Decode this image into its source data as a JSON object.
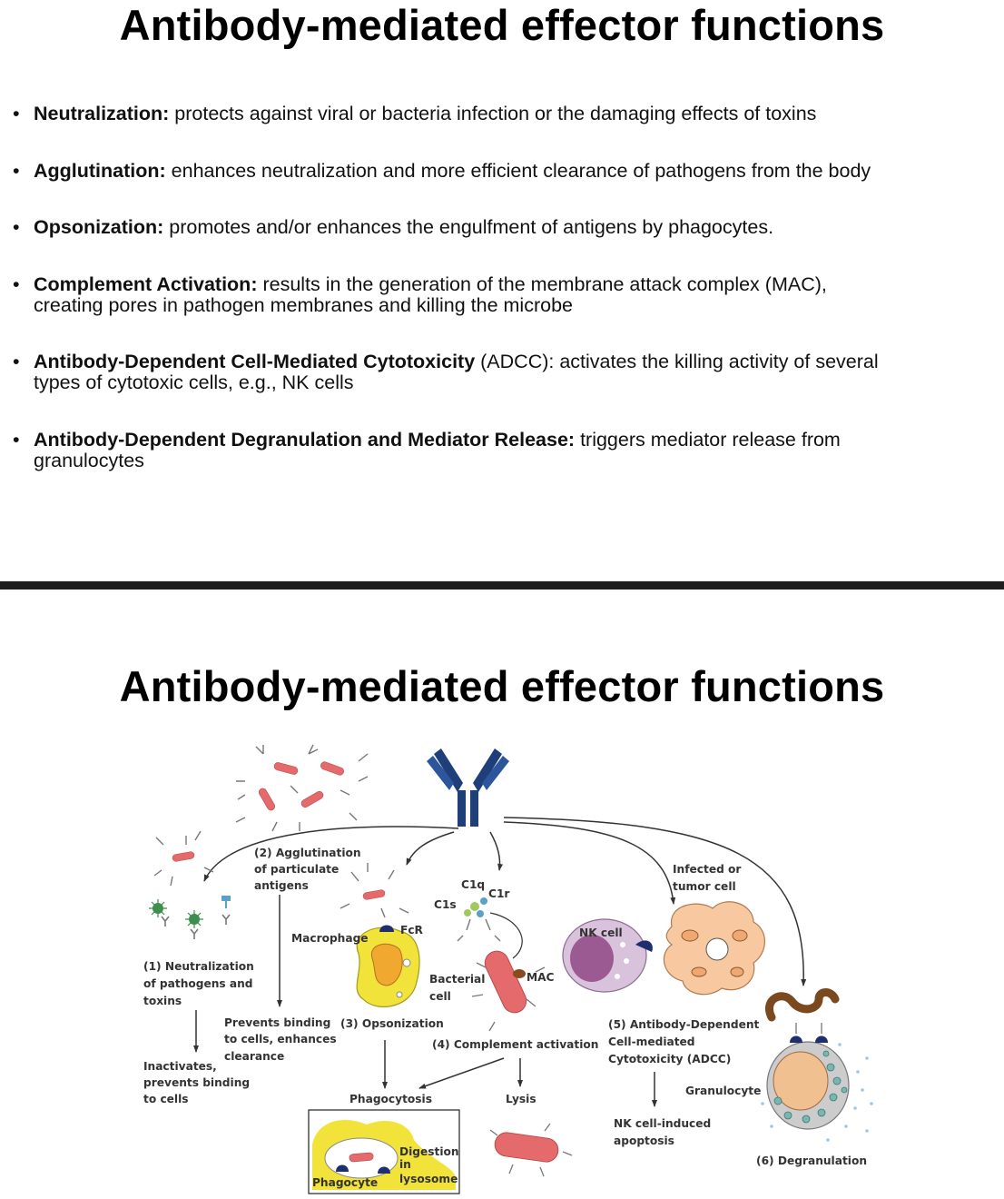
{
  "slide1": {
    "title": "Antibody-mediated effector functions",
    "bullets": [
      {
        "term": "Neutralization:",
        "text": " protects against viral or bacteria infection or the damaging effects of toxins"
      },
      {
        "term": "Agglutination:",
        "text": " enhances neutralization and more efficient clearance of pathogens from the body"
      },
      {
        "term": "Opsonization:",
        "text": " promotes and/or enhances the engulfment of antigens by phagocytes."
      },
      {
        "term": "Complement Activation:",
        "text": " results in the generation of the membrane attack complex (MAC),",
        "text2": "creating pores in pathogen membranes and killing the microbe"
      },
      {
        "term": "Antibody-Dependent Cell-Mediated Cytotoxicity",
        "text": " (ADCC): activates the killing activity of several",
        "text2": "types of cytotoxic cells, e.g., NK cells"
      },
      {
        "term": "Antibody-Dependent Degranulation and Mediator Release:",
        "text": " triggers mediator release from",
        "text2": "granulocytes"
      }
    ]
  },
  "slide2": {
    "title": "Antibody-mediated effector functions",
    "labels": {
      "agglutination_1": "(2) Agglutination",
      "agglutination_2": "of particulate",
      "agglutination_3": "antigens",
      "neutralization_1": "(1) Neutralization",
      "neutralization_2": "of pathogens and",
      "neutralization_3": "toxins",
      "inactivates_1": "Inactivates,",
      "inactivates_2": "prevents binding",
      "inactivates_3": "to cells",
      "prevents_1": "Prevents binding",
      "prevents_2": "to cells, enhances",
      "prevents_3": "clearance",
      "macrophage": "Macrophage",
      "fcr": "FcR",
      "opsonization": "(3) Opsonization",
      "phagocytosis": "Phagocytosis",
      "phagocyte": "Phagocyte",
      "digestion_1": "Digestion",
      "digestion_2": "in",
      "digestion_3": "lysosome",
      "c1q": "C1q",
      "c1r": "C1r",
      "c1s": "C1s",
      "mac": "MAC",
      "bacterial_1": "Bacterial",
      "bacterial_2": "cell",
      "complement": "(4) Complement activation",
      "lysis": "Lysis",
      "nk_cell": "NK cell",
      "infected_1": "Infected or",
      "infected_2": "tumor cell",
      "adcc_1": "(5) Antibody-Dependent",
      "adcc_2": "Cell-mediated",
      "adcc_3": "Cytotoxicity (ADCC)",
      "nk_apop_1": "NK cell-induced",
      "nk_apop_2": "apoptosis",
      "granulocyte": "Granulocyte",
      "degranulation": "(6) Degranulation"
    },
    "colors": {
      "antibody": "#1f3f7a",
      "pathogen": "#e46a6c",
      "phagocyte": "#f2e33b",
      "phagocyte_nucleus": "#f0a830",
      "nk_cell": "#d9c3dc",
      "nk_nucleus": "#9c5a92",
      "tumor_cell": "#f8c9a0",
      "granule": "#79b6b0",
      "fcr": "#1f2f6e"
    }
  }
}
